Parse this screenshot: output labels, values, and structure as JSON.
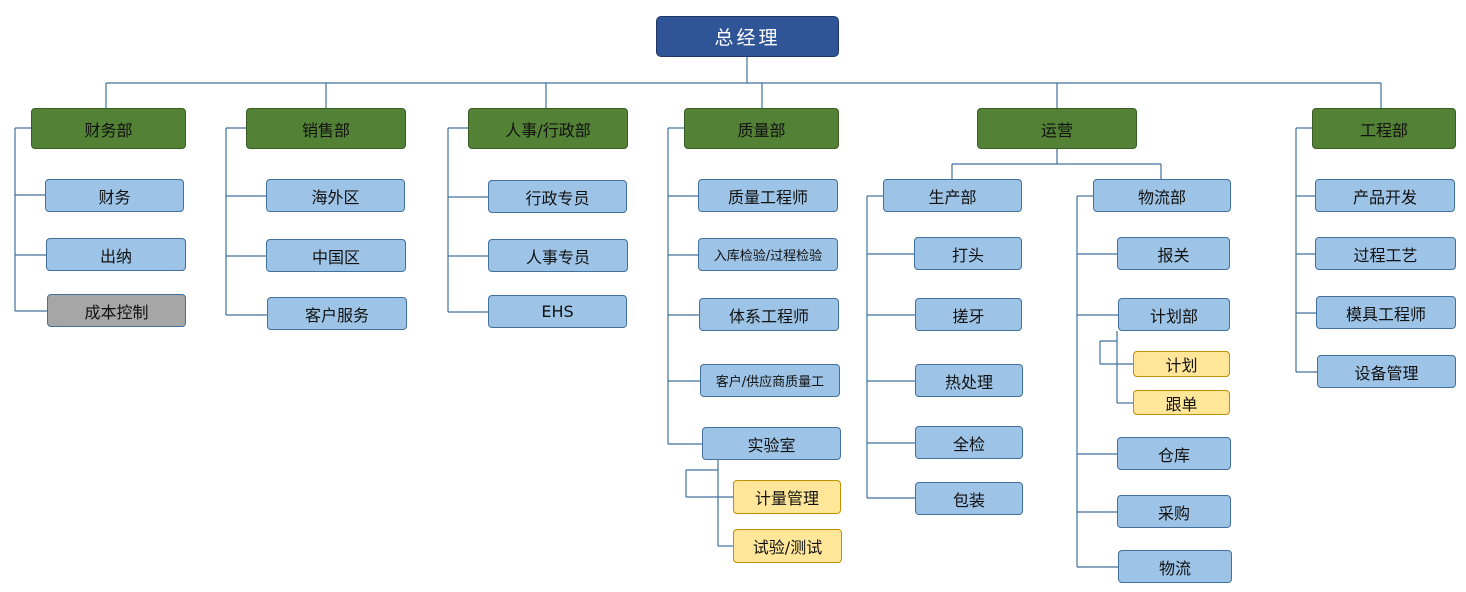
{
  "top": {
    "label": "总经理"
  },
  "departments": {
    "finance": {
      "label": "财务部",
      "items": [
        "财务",
        "出纳",
        "成本控制"
      ]
    },
    "sales": {
      "label": "销售部",
      "items": [
        "海外区",
        "中国区",
        "客户服务"
      ]
    },
    "hr": {
      "label": "人事/行政部",
      "items": [
        "行政专员",
        "人事专员",
        "EHS"
      ]
    },
    "quality": {
      "label": "质量部",
      "items": [
        "质量工程师",
        "入库检验/过程检验",
        "体系工程师",
        "客户/供应商质量工",
        "实验室"
      ],
      "lab_items": [
        "计量管理",
        "试验/测试"
      ]
    },
    "operations": {
      "label": "运营",
      "production": {
        "label": "生产部",
        "items": [
          "打头",
          "搓牙",
          "热处理",
          "全检",
          "包装"
        ]
      },
      "logistics": {
        "label": "物流部",
        "items": [
          "报关",
          "计划部",
          "仓库",
          "采购",
          "物流"
        ],
        "planning_items": [
          "计划",
          "跟单"
        ]
      }
    },
    "engineering": {
      "label": "工程部",
      "items": [
        "产品开发",
        "过程工艺",
        "模具工程师",
        "设备管理"
      ]
    }
  },
  "colors": {
    "top": "#2f5597",
    "department": "#538135",
    "unit": "#9dc3e6",
    "sub_unit": "#ffe699",
    "inactive": "#a6a6a6",
    "connector": "#41719c"
  }
}
